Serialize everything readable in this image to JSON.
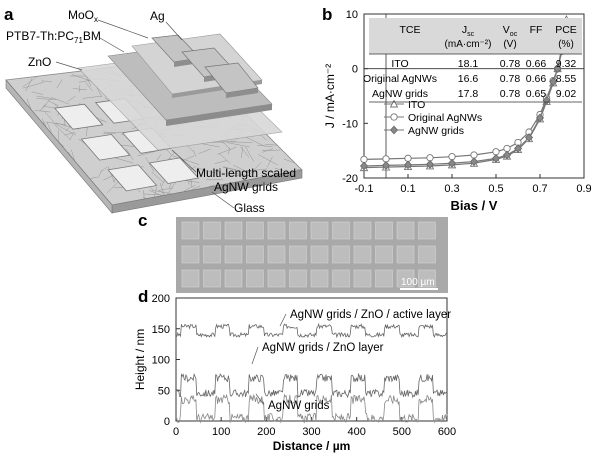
{
  "panel_labels": {
    "a": "a",
    "b": "b",
    "c": "c",
    "d": "d"
  },
  "panel_a": {
    "labels": {
      "ag": "Ag",
      "moox": "MoO",
      "moox_sub": "x",
      "ptb7": "PTB7-Th:PC",
      "ptb7_sub": "71",
      "ptb7_suffix": "BM",
      "zno": "ZnO",
      "grids_line1": "Multi-length scaled",
      "grids_line2": "AgNW grids",
      "glass": "Glass"
    }
  },
  "panel_b": {
    "table": {
      "headers": [
        "TCE",
        "J",
        "V",
        "FF",
        "PCE"
      ],
      "header_subs": [
        "",
        "sc",
        "oc",
        "",
        ""
      ],
      "header_units": [
        "",
        "(mA·cm⁻²)",
        "(V)",
        "",
        "(%)"
      ],
      "rows": [
        [
          "ITO",
          "18.1",
          "0.78",
          "0.66",
          "9.32"
        ],
        [
          "Original AgNWs",
          "16.6",
          "0.78",
          "0.66",
          "8.55"
        ],
        [
          "AgNW grids",
          "17.8",
          "0.78",
          "0.65",
          "9.02"
        ]
      ]
    },
    "chart_data": {
      "type": "line",
      "xlabel": "Bias / V",
      "ylabel": "J / mA·cm⁻²",
      "xlim": [
        -0.1,
        0.9
      ],
      "ylim": [
        -20,
        10
      ],
      "xticks": [
        "-0.1",
        "0.1",
        "0.3",
        "0.5",
        "0.7",
        "0.9"
      ],
      "yticks": [
        "10",
        "0",
        "-10",
        "-20"
      ],
      "legend_position": "middle-left",
      "series": [
        {
          "name": "ITO",
          "marker": "triangle",
          "color": "#777777",
          "x": [
            -0.1,
            0.0,
            0.1,
            0.2,
            0.3,
            0.4,
            0.5,
            0.55,
            0.6,
            0.65,
            0.7,
            0.73,
            0.76,
            0.78,
            0.8,
            0.82
          ],
          "y": [
            -18.1,
            -18.0,
            -17.9,
            -17.8,
            -17.6,
            -17.3,
            -16.6,
            -16.0,
            -14.8,
            -12.8,
            -9.2,
            -6.0,
            -2.6,
            0.0,
            4.0,
            9.0
          ]
        },
        {
          "name": "Original AgNWs",
          "marker": "circle-open",
          "color": "#777777",
          "x": [
            -0.1,
            0.0,
            0.1,
            0.2,
            0.3,
            0.4,
            0.5,
            0.55,
            0.6,
            0.65,
            0.7,
            0.73,
            0.76,
            0.78,
            0.8,
            0.82
          ],
          "y": [
            -16.6,
            -16.5,
            -16.4,
            -16.3,
            -16.1,
            -15.8,
            -15.2,
            -14.6,
            -13.5,
            -11.6,
            -8.4,
            -5.4,
            -2.2,
            0.0,
            3.2,
            7.5
          ]
        },
        {
          "name": "AgNW grids",
          "marker": "diamond",
          "color": "#777777",
          "x": [
            -0.1,
            0.0,
            0.1,
            0.2,
            0.3,
            0.4,
            0.5,
            0.55,
            0.6,
            0.65,
            0.7,
            0.73,
            0.76,
            0.78,
            0.8,
            0.82
          ],
          "y": [
            -17.8,
            -17.7,
            -17.6,
            -17.5,
            -17.3,
            -17.0,
            -16.4,
            -15.8,
            -14.6,
            -12.6,
            -9.0,
            -5.8,
            -2.4,
            0.0,
            3.6,
            8.3
          ]
        }
      ]
    }
  },
  "panel_c": {
    "scale_bar": "100 µm"
  },
  "panel_d": {
    "chart_data": {
      "type": "line",
      "xlabel": "Distance / µm",
      "ylabel": "Height / nm",
      "xlim": [
        0,
        600
      ],
      "ylim": [
        0,
        200
      ],
      "xticks": [
        "0",
        "100",
        "200",
        "300",
        "400",
        "500",
        "600"
      ],
      "yticks": [
        "200",
        "150",
        "100",
        "50",
        "0"
      ],
      "series": [
        {
          "name": "AgNW grids / ZnO / active layer",
          "baseline": 140,
          "amplitude": 14,
          "color": "#666666"
        },
        {
          "name": "AgNW grids / ZnO layer",
          "baseline": 45,
          "amplitude": 25,
          "color": "#666666"
        },
        {
          "name": "AgNW grids",
          "baseline": 5,
          "amplitude": 30,
          "color": "#888888"
        }
      ],
      "period_um": 75
    }
  }
}
